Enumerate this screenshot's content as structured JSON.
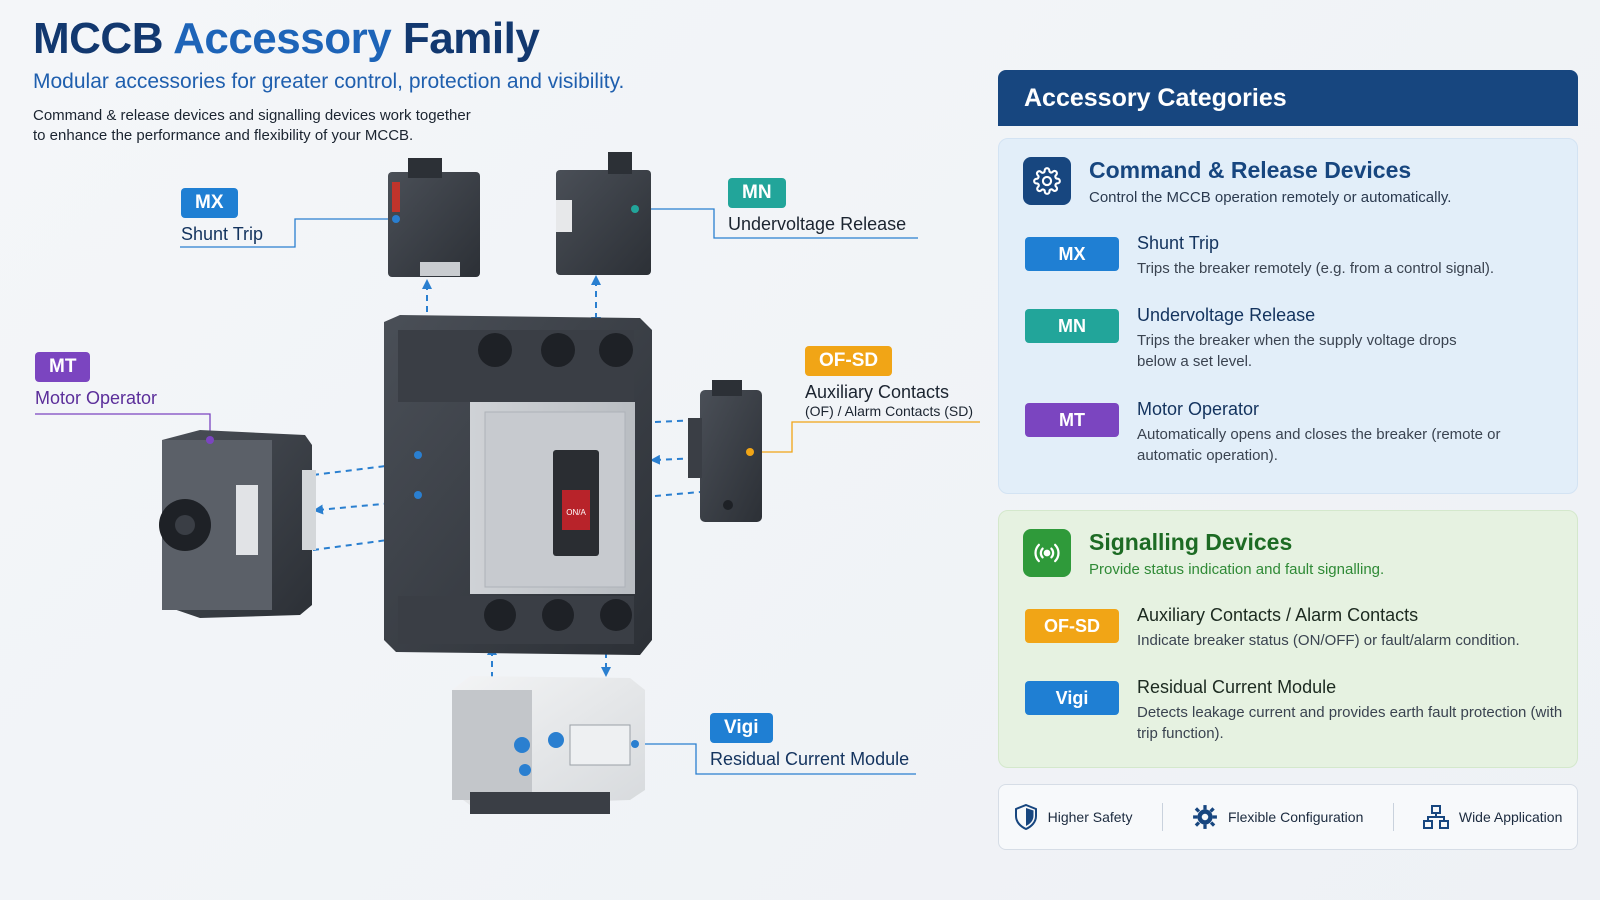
{
  "header": {
    "title_part1": "MCCB",
    "title_part2": "Accessory",
    "title_part3": "Family",
    "subtitle": "Modular accessories for greater control, protection and visibility.",
    "intro_line1": "Command & release devices and signalling devices work together",
    "intro_line2": "to enhance the performance and flexibility of your MCCB."
  },
  "callouts": {
    "mx": {
      "code": "MX",
      "label": "Shunt Trip",
      "color": "#1f7fd3"
    },
    "mn": {
      "code": "MN",
      "label": "Undervoltage Release",
      "color": "#22a59a"
    },
    "mt": {
      "code": "MT",
      "label": "Motor Operator",
      "color": "#7b45c0"
    },
    "ofsd": {
      "code": "OF-SD",
      "label": "Auxiliary Contacts",
      "sublabel": "(OF) / Alarm Contacts (SD)",
      "color": "#f1a516"
    },
    "vigi": {
      "code": "Vigi",
      "label": "Residual Current Module",
      "color": "#1f7fd3"
    }
  },
  "breaker": {
    "handle_text": "ON/A"
  },
  "panel": {
    "title": "Accessory Categories",
    "command": {
      "title": "Command & Release Devices",
      "description": "Control the MCCB operation remotely or automatically.",
      "icon": "gear-icon",
      "items": [
        {
          "code": "MX",
          "name": "Shunt Trip",
          "desc": "Trips the breaker remotely (e.g. from a control signal).",
          "color": "#1f7fd3"
        },
        {
          "code": "MN",
          "name": "Undervoltage Release",
          "desc": "Trips the breaker when the supply voltage drops below a set level.",
          "color": "#22a59a"
        },
        {
          "code": "MT",
          "name": "Motor Operator",
          "desc": "Automatically opens and closes the breaker (remote or automatic operation).",
          "color": "#7b45c0"
        }
      ]
    },
    "signalling": {
      "title": "Signalling Devices",
      "description": "Provide status indication and fault signalling.",
      "icon": "signal-icon",
      "items": [
        {
          "code": "OF-SD",
          "name": "Auxiliary Contacts / Alarm Contacts",
          "desc": "Indicate breaker status (ON/OFF) or fault/alarm condition.",
          "color": "#f1a516"
        },
        {
          "code": "Vigi",
          "name": "Residual Current Module",
          "desc": "Detects leakage current and provides earth fault protection (with trip function).",
          "color": "#1f7fd3"
        }
      ]
    }
  },
  "features": [
    {
      "label": "Higher Safety",
      "icon": "shield-icon"
    },
    {
      "label": "Flexible Configuration",
      "icon": "gear-icon"
    },
    {
      "label": "Wide Application",
      "icon": "network-icon"
    }
  ],
  "colors": {
    "title_dark": "#12386f",
    "title_accent": "#1d64b8",
    "panel_header": "#17467f",
    "command_title": "#17467f",
    "signal_title": "#1d8a2a",
    "connector": "#2a7fd0"
  }
}
